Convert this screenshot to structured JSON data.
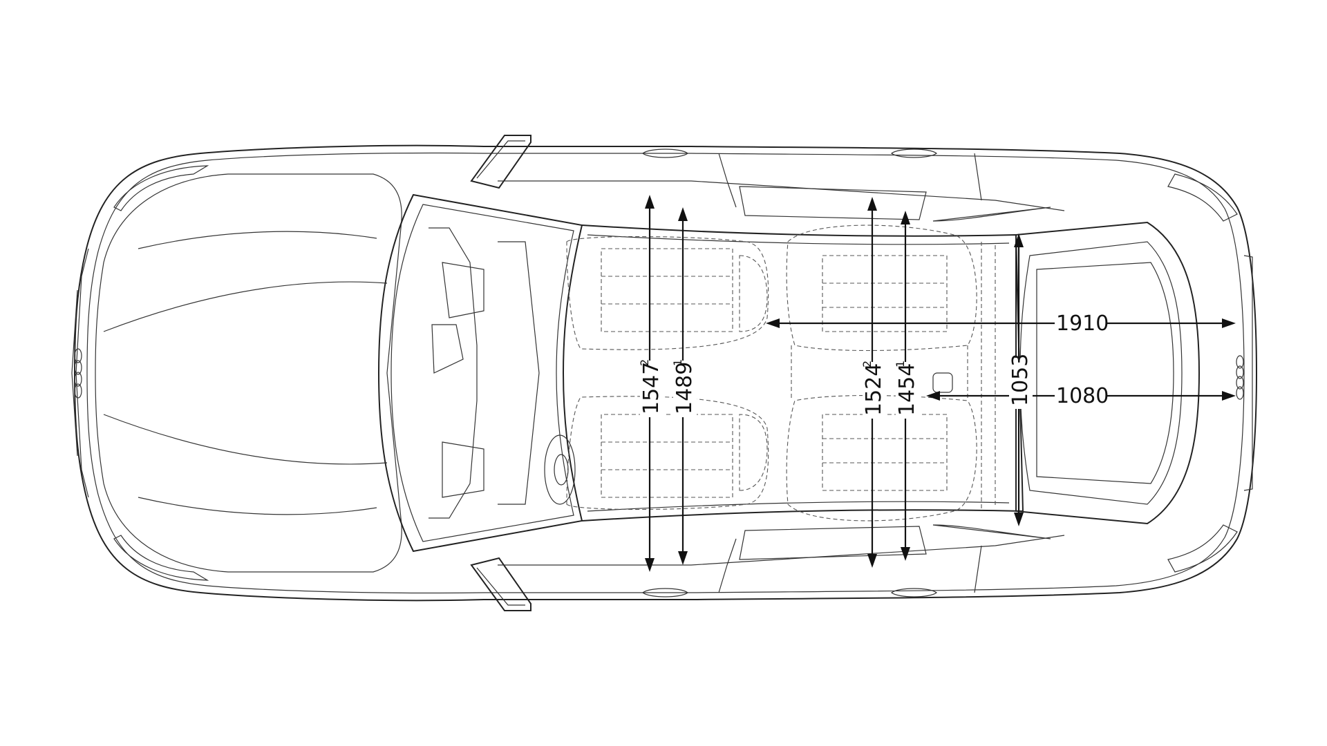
{
  "diagram": {
    "dimensions": {
      "front_track_a": {
        "value": "1547",
        "note": "2"
      },
      "front_track_b": {
        "value": "1489",
        "note": "1"
      },
      "rear_track_a": {
        "value": "1524",
        "note": "2"
      },
      "rear_track_b": {
        "value": "1454",
        "note": "1"
      },
      "trunk_depth_a": {
        "value": "1910"
      },
      "trunk_depth_b": {
        "value": "1080"
      },
      "trunk_width": {
        "value": "1053"
      }
    },
    "colors": {
      "line": "#222222",
      "background": "#ffffff"
    }
  }
}
